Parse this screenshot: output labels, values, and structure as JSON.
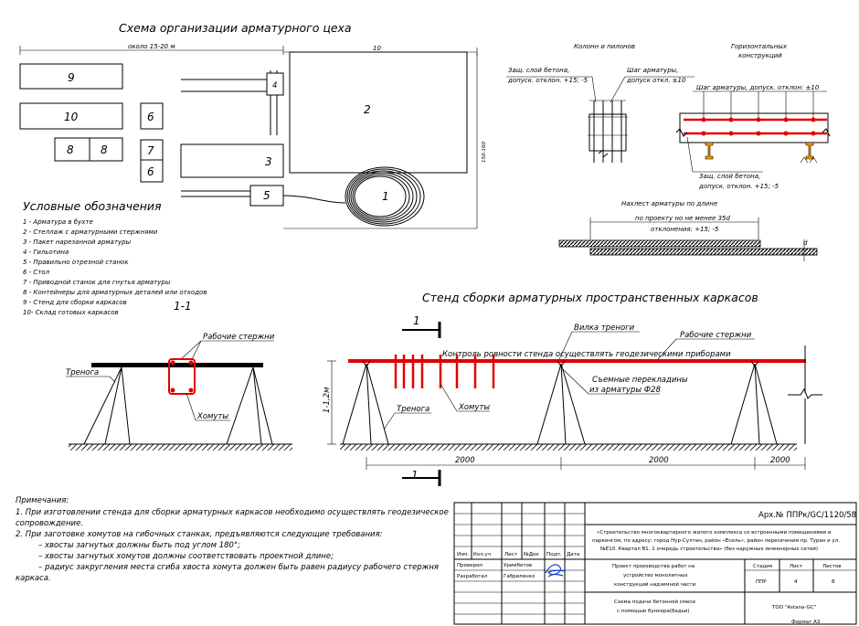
{
  "workshop": {
    "title": "Схема организации арматурного цеха",
    "dim_top": "около 15-20 м",
    "dim_10": "10",
    "dim_vertical": "150-160",
    "blocks": [
      "9",
      "10",
      "8",
      "8",
      "6",
      "7",
      "6",
      "4",
      "2",
      "3",
      "5",
      "1"
    ]
  },
  "legend": {
    "title": "Условные обозначения",
    "items": [
      "1 - Арматура в бухте",
      "2 - Стеллаж с арматурными стержнями",
      "3 - Пакет нарезанной арматуры",
      "4 - Гильотина",
      "5 - Правильно отрезной станок",
      "6 - Стол",
      "7 - Приводной станок для гнутья арматуры",
      "8 - Контейнеры для арматурных деталей или отходов",
      "9 - Стенд для сборки каркасов",
      "10- Склад готовых каркасов"
    ]
  },
  "details": {
    "columns_title": "Колонн и пилонов",
    "horizontal_title_1": "Горизонтальных",
    "horizontal_title_2": "конструкций",
    "cover_1a": "Защ. слой бетона,",
    "cover_1b": "допуск. отклон. +15; -5",
    "step_1a": "Шаг арматуры,",
    "step_1b": "допуск откл. ±10",
    "step_2": "Шаг арматуры, допуск. отклон: ±10",
    "cover_2a": "Защ. слой бетона,",
    "cover_2b": "допуск. отклон. +15; -5",
    "lap_title": "Нахлест арматуры по длине",
    "lap_1": "по проекту но не менее 35d",
    "lap_2": "отклонения: +15; -5",
    "lap_d": "d"
  },
  "section": {
    "label": "1-1",
    "bars": "Рабочие стержни",
    "tripod": "Тренога",
    "stirrups": "Хомуты"
  },
  "stand": {
    "title": "Стенд сборки арматурных пространственных каркасов",
    "cut_label": "1",
    "fork": "Вилка треноги",
    "bars": "Рабочие стержни",
    "control": "Контроль ровности стенда осуществлять геодезическими приборами",
    "crossbars_1": "Съемные перекладины",
    "crossbars_2": "из арматуры Ф28",
    "tripod": "Тренога",
    "stirrups": "Хомуты",
    "height": "1-1,2м",
    "dim_a": "2000",
    "dim_b": "2000",
    "dim_c": "2000"
  },
  "notes": {
    "head": "Примечания:",
    "l1": "1. При изготовлении стенда для сборки арматурных каркасов необходимо осуществлять геодезическое",
    "l2": "сопровождение.",
    "l3": "2. При заготовке хомутов на гибочных станках, предъявляются следующие требования:",
    "l4": "– хвосты загнутых должны быть под углом 180°;",
    "l5": "– хвосты загнутых хомутов должны соответствовать проектной длине;",
    "l6": "– радиус закругления места сгиба хвоста хомута должен быть равен радиусу рабочего стержня",
    "l7": "каркаса."
  },
  "title_block": {
    "code": "Арх.№ ППРк/GC/1120/58",
    "project_1": "«Строительство многоквартирного жилого комплекса со встроенными помещениями и",
    "project_2": "паркингом, по адресу: город Нур-Султан, район «Есиль», район пересечения пр. Туран и ул.",
    "project_3": "№E10. Квартал В1. 1 очередь строительства» (без наружных инженерных сетей)",
    "col_izm": "Изм.",
    "col_kol": "Кол.уч",
    "col_list": "Лист",
    "col_ndok": "№Док",
    "col_podp": "Подп.",
    "col_data": "Дата",
    "checked_role": "Проверил",
    "checked_name": "Уримбетов",
    "dev_role": "Разработал",
    "dev_name": "Габриленко",
    "work_1": "Проект производства работ на",
    "work_2": "устройство монолитных",
    "work_3": "конструкций надземной части",
    "stage_h": "Стадия",
    "sheet_h": "Лист",
    "sheets_h": "Листов",
    "stage_v": "ППР",
    "sheet_v": "4",
    "sheets_v": "8",
    "drawing_1": "Схема подачи бетонной смеси",
    "drawing_2": "с помощью бункера(бадьи)",
    "company": "ТОО \"Astana-GC\"",
    "format": "Формат А3"
  }
}
